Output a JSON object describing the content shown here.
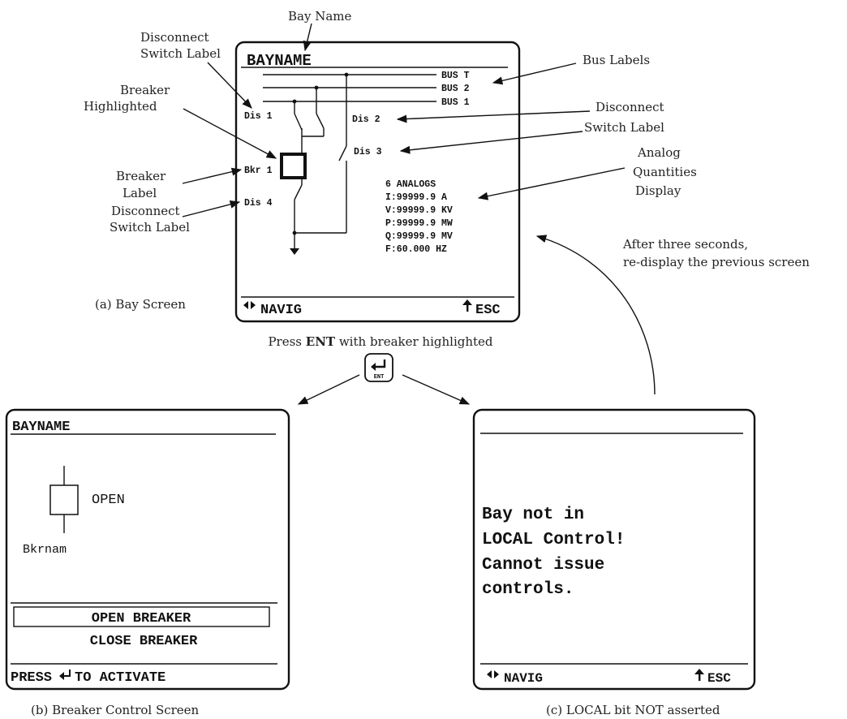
{
  "callouts": {
    "bay_name": "Bay Name",
    "disconnect_label_top": [
      "Disconnect",
      "Switch Label"
    ],
    "breaker_highlighted": [
      "Breaker",
      "Highlighted"
    ],
    "breaker_label": [
      "Breaker",
      "Label"
    ],
    "disconnect_label_bottom": [
      "Disconnect",
      "Switch Label"
    ],
    "bus_labels": "Bus Labels",
    "disconnect_label_right": [
      "Disconnect",
      "Switch Label"
    ],
    "analog_display": [
      "Analog",
      "Quantities",
      "Display"
    ],
    "after_three_seconds": [
      "After three seconds,",
      "re-display the previous screen"
    ]
  },
  "captions": {
    "bay_screen": "(a) Bay Screen",
    "press_ent_prefix": "Press ",
    "press_ent_key": "ENT",
    "press_ent_suffix": " with breaker highlighted",
    "breaker_control": "(b) Breaker Control Screen",
    "local_not_asserted": "(c) LOCAL bit NOT asserted"
  },
  "ent_key": {
    "label": "ENT",
    "icon": "enter-arrow-icon"
  },
  "bay_screen": {
    "title": "BAYNAME",
    "buses": [
      "BUS T",
      "BUS 2",
      "BUS 1"
    ],
    "switches": {
      "dis1": "Dis 1",
      "dis2": "Dis 2",
      "dis3": "Dis 3",
      "dis4": "Dis 4",
      "bkr1": "Bkr 1"
    },
    "analogs": [
      "6 ANALOGS",
      "I:99999.9 A",
      "V:99999.9 KV",
      "P:99999.9 MW",
      "Q:99999.9 MV",
      "F:60.000 HZ"
    ],
    "footer": {
      "nav": "NAVIG",
      "esc": "ESC"
    }
  },
  "breaker_screen": {
    "title": "BAYNAME",
    "state": "OPEN",
    "breaker_name": "Bkrnam",
    "menu": [
      "OPEN BREAKER",
      "CLOSE BREAKER"
    ],
    "footer_prefix": "PRESS",
    "footer_suffix": "TO ACTIVATE"
  },
  "local_screen": {
    "message": [
      "Bay not in",
      "LOCAL Control!",
      "Cannot issue",
      "controls."
    ],
    "footer": {
      "nav": "NAVIG",
      "esc": "ESC"
    }
  }
}
